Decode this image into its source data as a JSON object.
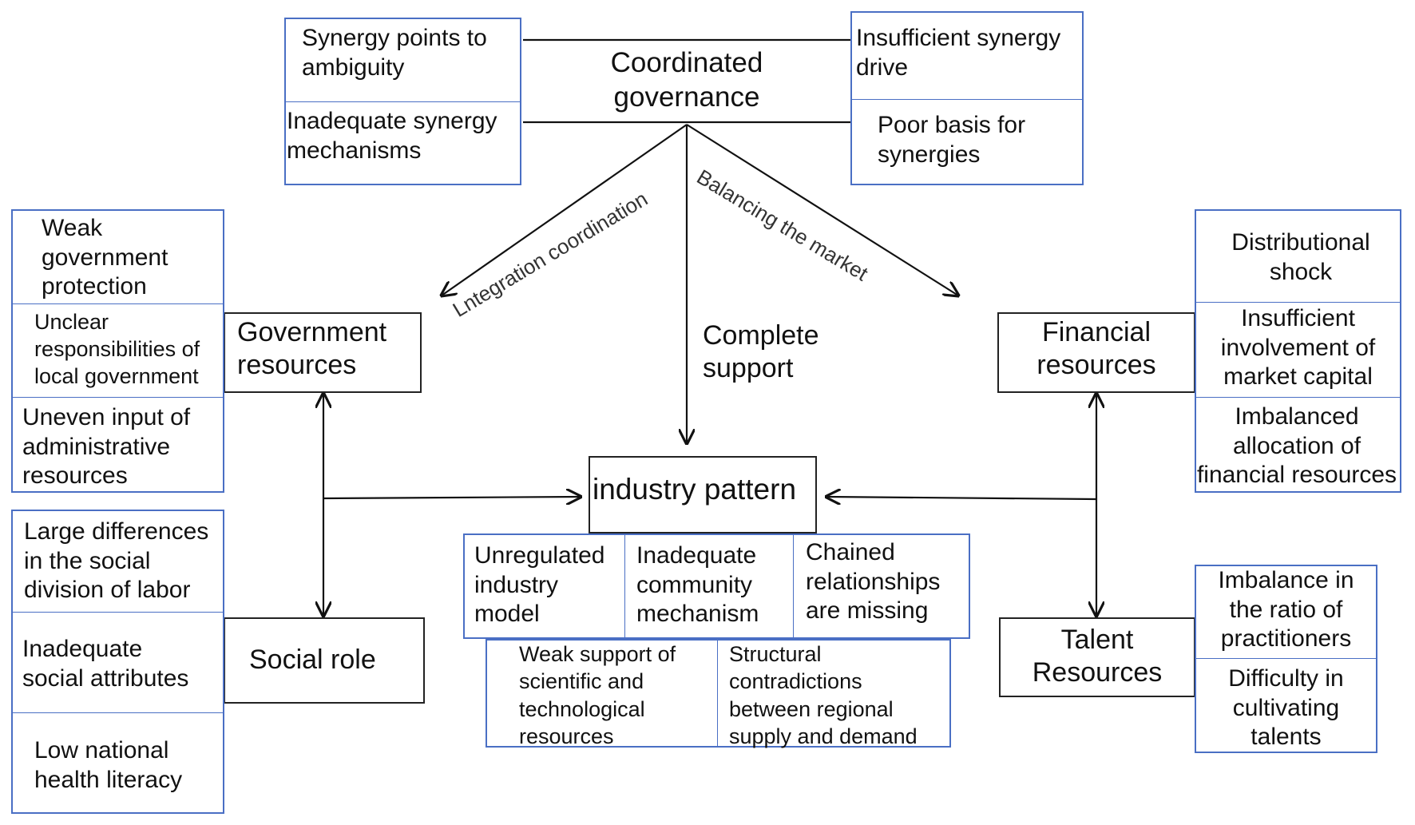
{
  "center": {
    "governance": "Coordinated\ngovernance",
    "industry": "industry pattern",
    "complete_support": "Complete\nsupport",
    "integration_label": "Lntegration coordination",
    "market_label": "Balancing the market"
  },
  "governance_issues": {
    "top_left": "Synergy points to\nambiguity",
    "bottom_left": "Inadequate synergy\nmechanisms",
    "top_right": "Insufficient synergy\ndrive",
    "bottom_right": "Poor basis for\nsynergies"
  },
  "government": {
    "label": "Government\nresources",
    "issues": [
      "Weak\ngovernment\nprotection",
      "Unclear\nresponsibilities of\nlocal government",
      "Uneven input of\nadministrative\nresources"
    ]
  },
  "social": {
    "label": "Social role",
    "issues": [
      "Large differences\nin the social\ndivision of labor",
      "Inadequate\nsocial attributes",
      "Low national\nhealth literacy"
    ]
  },
  "financial": {
    "label": "Financial\nresources",
    "issues": [
      "Distributional\nshock",
      "Insufficient\ninvolvement of\nmarket capital",
      "Imbalanced\nallocation of\nfinancial resources"
    ]
  },
  "talent": {
    "label": "Talent\nResources",
    "issues": [
      "Imbalance in\nthe ratio of\npractitioners",
      "Difficulty in\ncultivating\ntalents"
    ]
  },
  "industry_issues": {
    "row1": [
      "Unregulated\nindustry\nmodel",
      "Inadequate\ncommunity\nmechanism",
      "Chained\nrelationships\nare missing"
    ],
    "row2": [
      "Weak support of\nscientific and\ntechnological\nresources",
      "Structural\ncontradictions\nbetween regional\nsupply and demand"
    ]
  }
}
